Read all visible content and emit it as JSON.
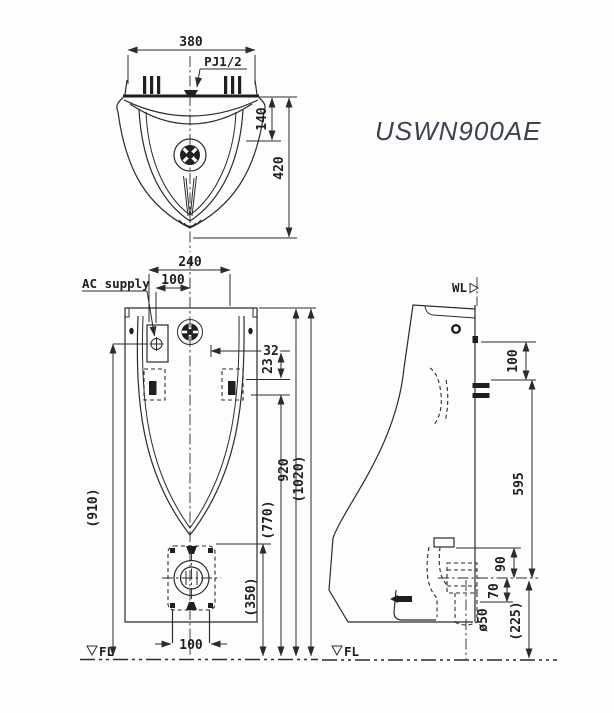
{
  "title": "USWN900AE",
  "colors": {
    "ink": "#2b2b2b",
    "model_text": "#3c4350",
    "background": "#fdfdfd"
  },
  "markers": {
    "floor": "FL",
    "wall": "WL"
  },
  "top_view": {
    "width": "380",
    "inlet": "PJ1/2",
    "rim_depth": "140",
    "total_depth": "420"
  },
  "front_view": {
    "ac_supply": "AC supply",
    "fixing_span": "240",
    "ac_offset": "100",
    "d32": "32",
    "d23": "23",
    "h_ac": "(910)",
    "h_top": "920",
    "h_max": "(1020)",
    "h_bracket": "(770)",
    "h_flange": "(350)",
    "outlet_width": "100"
  },
  "side_view": {
    "d_hook": "100",
    "d_outlet_drop": "595",
    "d90": "90",
    "d70": "70",
    "drain_dia": "ø50",
    "h_outlet": "(225)"
  }
}
